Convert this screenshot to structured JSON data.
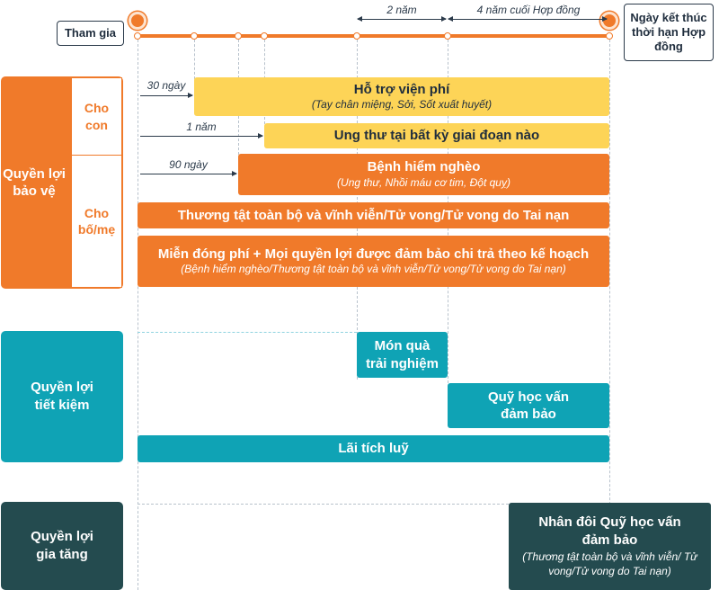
{
  "header": {
    "start_label": "Tham gia",
    "end_label": "Ngày kết thúc thời hạn Hợp đồng",
    "top_arrows": [
      "2 năm",
      "4 năm cuối Hợp đồng"
    ]
  },
  "groups": {
    "protection": {
      "label": "Quyền lợi bảo vệ",
      "child_label": "Cho con",
      "parent_label": "Cho bố/mẹ"
    },
    "savings": {
      "label": "Quyền lợi tiết kiệm"
    },
    "bonus": {
      "label": "Quyền lợi gia tăng"
    }
  },
  "waiting_periods": [
    "30 ngày",
    "1 năm",
    "90 ngày"
  ],
  "bars": {
    "hospital": {
      "title": "Hỗ trợ viện phí",
      "sub": "(Tay chân miệng, Sởi, Sốt xuất huyết)"
    },
    "cancer": {
      "title": "Ung thư tại bất kỳ giai đoạn nào"
    },
    "critical": {
      "title": "Bệnh hiểm nghèo",
      "sub": "(Ung thư, Nhồi máu cơ tim, Đột quỵ)"
    },
    "disability": {
      "title": "Thương tật toàn bộ và vĩnh viễn/Tử vong/Tử vong do Tai nạn"
    },
    "waiver": {
      "title": "Miễn đóng phí + Mọi quyền lợi được đảm bảo chi trả theo kế hoạch",
      "sub": "(Bệnh hiểm nghèo/Thương tật toàn bộ và vĩnh viễn/Tử vong/Tử vong do Tai nạn)"
    },
    "gift": {
      "title": "Món quà trải nghiệm"
    },
    "education": {
      "title": "Quỹ học vấn đảm bảo"
    },
    "interest": {
      "title": "Lãi tích luỹ"
    },
    "double": {
      "title": "Nhân đôi Quỹ học vấn đảm bảo",
      "sub": "(Thương tật toàn bộ và vĩnh viễn/ Tử vong/Tử vong do Tai nạn)"
    }
  },
  "colors": {
    "orange": "#f07a2a",
    "yellow": "#fdd457",
    "teal": "#0fa3b5",
    "dark_teal": "#244b4f"
  }
}
